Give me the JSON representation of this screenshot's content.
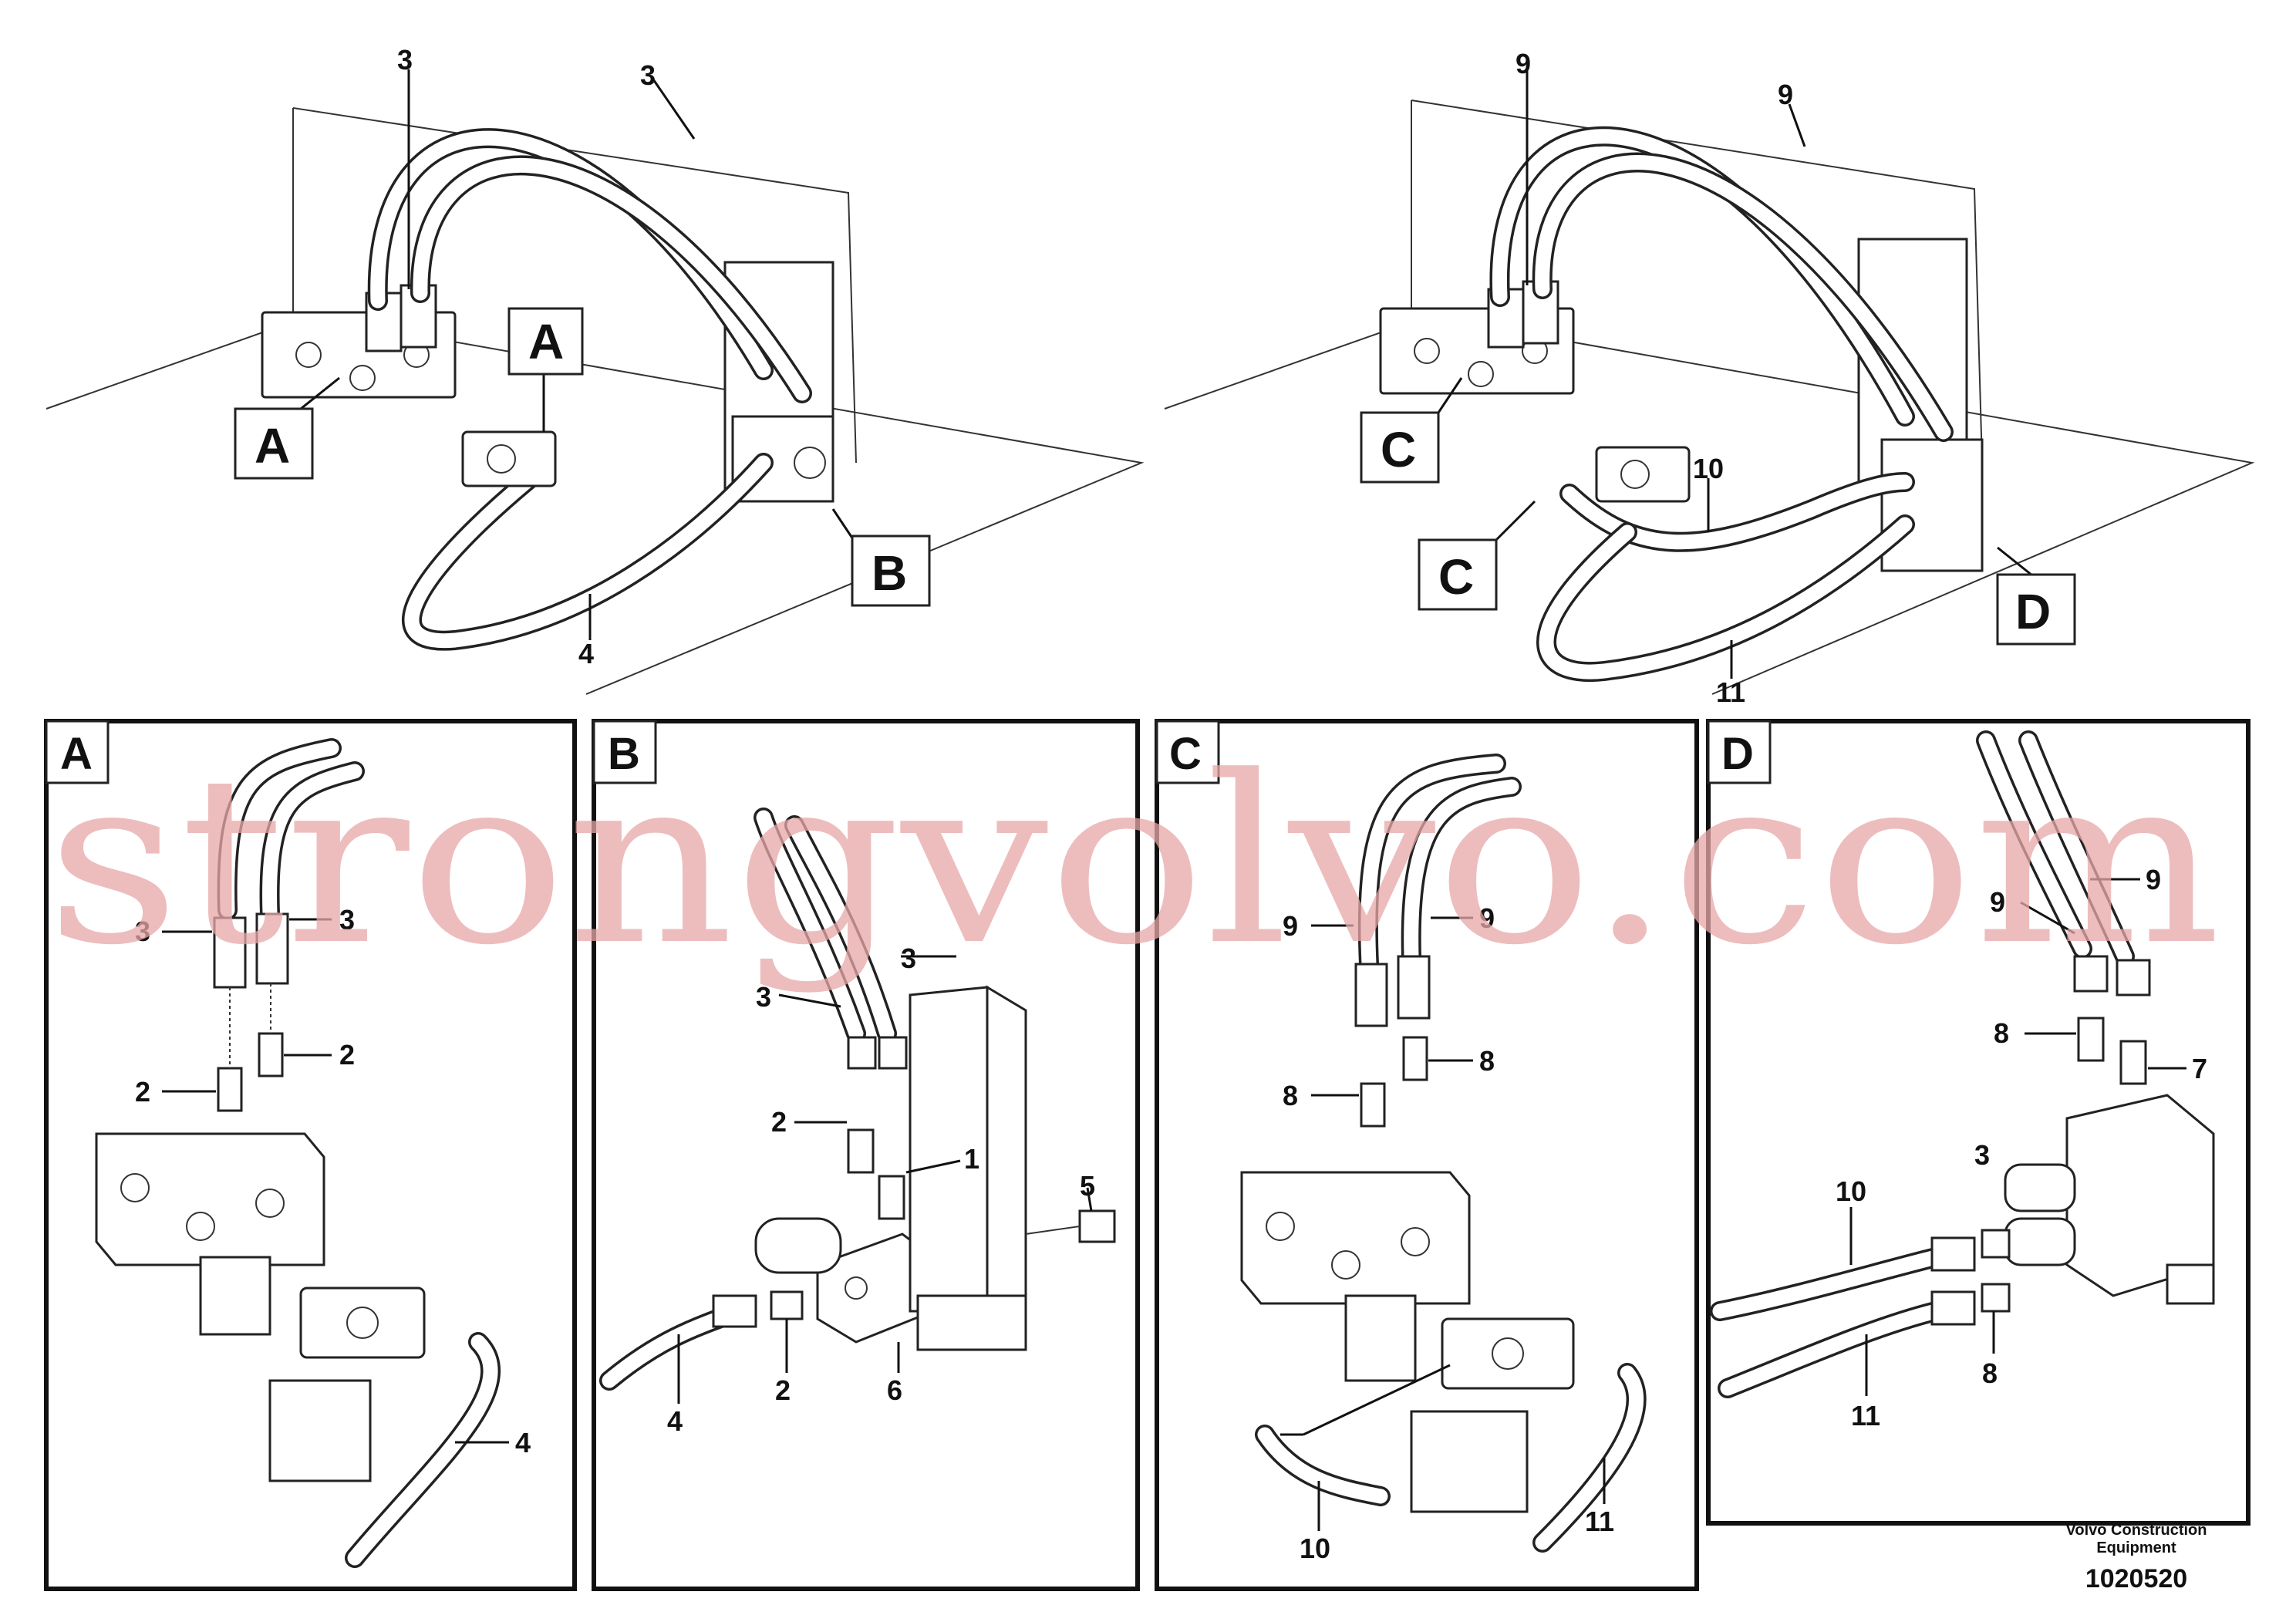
{
  "overview_left": {
    "labels": [
      "3",
      "3",
      "4"
    ],
    "callouts": [
      "A",
      "A",
      "B"
    ]
  },
  "overview_right": {
    "labels": [
      "9",
      "9",
      "10",
      "11"
    ],
    "callouts": [
      "C",
      "C",
      "D"
    ]
  },
  "panel_a": {
    "letter": "A",
    "labels": [
      "3",
      "3",
      "2",
      "2",
      "4"
    ]
  },
  "panel_b": {
    "letter": "B",
    "labels": [
      "3",
      "3",
      "2",
      "1",
      "5",
      "2",
      "4",
      "6"
    ]
  },
  "panel_c": {
    "letter": "C",
    "labels": [
      "9",
      "9",
      "8",
      "8",
      "10",
      "11"
    ]
  },
  "panel_d": {
    "letter": "D",
    "labels": [
      "9",
      "9",
      "8",
      "7",
      "3",
      "10",
      "11",
      "8"
    ]
  },
  "footer": {
    "company_line1": "Volvo Construction",
    "company_line2": "Equipment",
    "drawing_number": "1020520"
  },
  "watermark": "strongvolvo.com"
}
